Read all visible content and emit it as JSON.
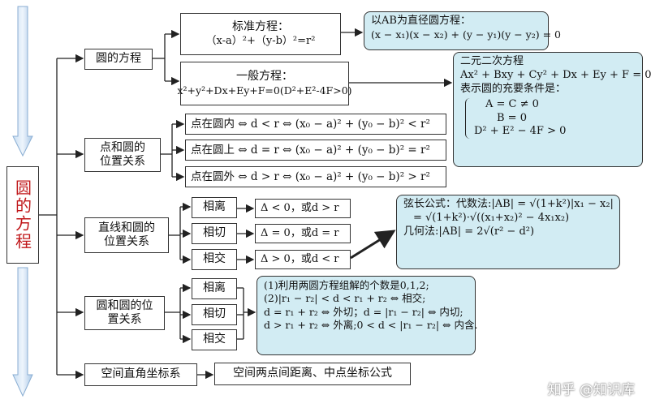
{
  "root": {
    "title": "圆的方程"
  },
  "nodes": {
    "circle_eq": "圆的方程",
    "point_circle": [
      "点和圆的",
      "位置关系"
    ],
    "line_circle": [
      "直线和圆的",
      "位置关系"
    ],
    "circle_circle": [
      "圆和圆的位",
      "置关系"
    ],
    "coord_space": "空间直角坐标系"
  },
  "circle_eq": {
    "standard_title": "标准方程：",
    "standard_formula": "（x-a）²+（y-b）²=r²",
    "general_title": "一般方程：",
    "general_formula": "x²+y²+Dx+Ey+F=0(D²+E²-4F>0)",
    "diameter_title": "以AB为直径圆方程：",
    "diameter_formula": "(x − x₁)(x − x₂) + (y − y₁)(y − y₂) = 0",
    "quadratic_title": "二元二次方程",
    "quadratic_formula": "Ax² + Bxy + Cy² + Dx + Ey + F = 0",
    "quadratic_condition": "表示圆的充要条件是：",
    "conditions": [
      "A = C ≠ 0",
      "B = 0",
      "D² + E² − 4F > 0"
    ]
  },
  "point_circle": {
    "inside": "点在圆内 ⇔ d < r ⇔ (x₀ − a)² + (y₀ − b)² < r²",
    "on": "点在圆上 ⇔ d = r ⇔ (x₀ − a)² + (y₀ − b)² = r²",
    "outside": "点在圆外 ⇔ d > r ⇔ (x₀ − a)² + (y₀ − b)² > r²"
  },
  "line_circle": {
    "separate": "相离",
    "tangent": "相切",
    "intersect": "相交",
    "separate_cond": "Δ < 0，或d > r",
    "tangent_cond": "Δ = 0，或d = r",
    "intersect_cond": "Δ > 0，或d < r",
    "chord_line1": "弦长公式：代数法:|AB| = √(1+k²)|x₁ − x₂|",
    "chord_line2": "= √(1+k²)·√((x₁+x₂)² − 4x₁x₂)",
    "chord_line3": "几何法:|AB| = 2√(r² − d²)"
  },
  "circle_circle": {
    "separate": "相离",
    "tangent": "相切",
    "intersect": "相交",
    "note1": "(1)利用两圆方程组解的个数是0,1,2;",
    "note2": "(2)|r₁ − r₂| < d < r₁ + r₂ ⇔ 相交;",
    "note3": "d = r₁ + r₂ ⇔ 外切；d = |r₁ − r₂| ⇔ 内切;",
    "note4": "d > r₁ + r₂ ⇔ 外离;0 < d < |r₁ − r₂| ⇔ 内含."
  },
  "coord_space": {
    "formula": "空间两点间距离、中点坐标公式"
  },
  "watermark": "知乎 @知识库",
  "colors": {
    "root_text": "#c0171a",
    "note_fill": "#d2ecf3",
    "arrow": "#a9c8e8"
  }
}
